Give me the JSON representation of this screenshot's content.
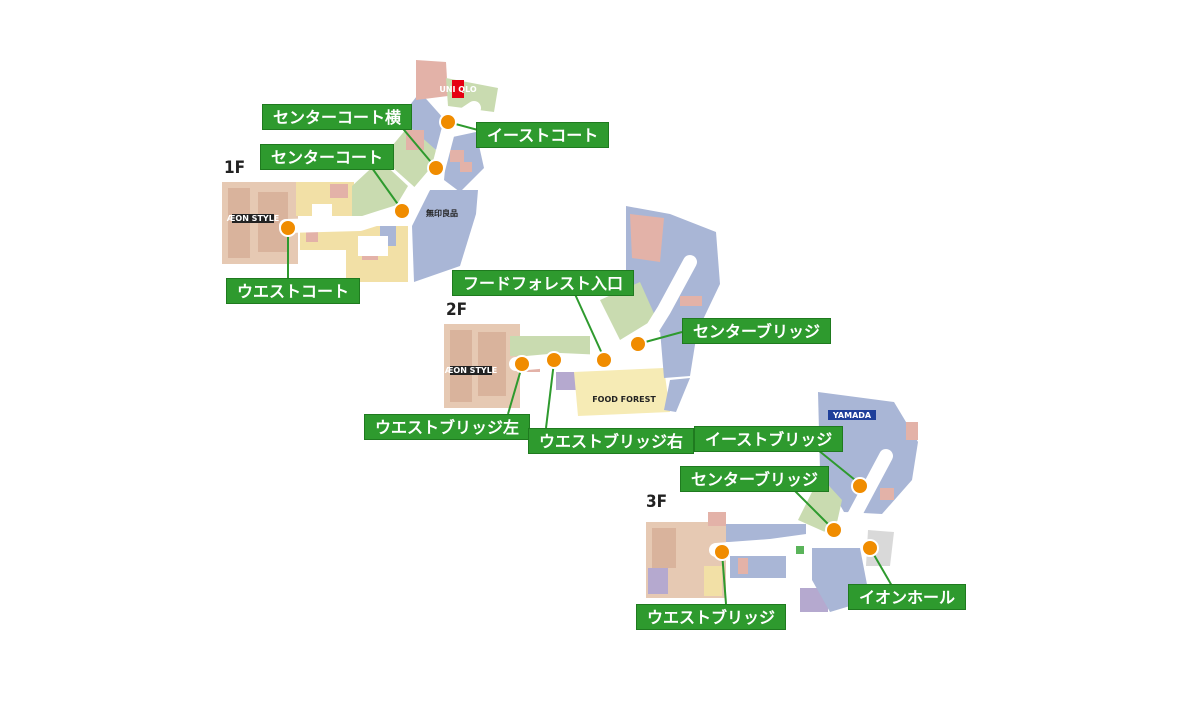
{
  "colors": {
    "accent_green": "#2e9a2e",
    "marker_orange": "#f08c00",
    "corridor": "#ffffff",
    "store_blue": "#a9b6d6",
    "store_pink": "#e3b2a8",
    "store_yellow": "#f2e0a6",
    "store_green": "#c9dbb0",
    "store_purple": "#b5a9cf",
    "store_tan": "#e6c9b3"
  },
  "floors": [
    {
      "id": "1F",
      "label": "1F"
    },
    {
      "id": "2F",
      "label": "2F"
    },
    {
      "id": "3F",
      "label": "3F"
    }
  ],
  "stores": {
    "aeon_style": "ÆON STYLE",
    "muji": "無印良品",
    "uniqlo": "UNI QLO",
    "food_forest": "FOOD FOREST",
    "yamada": "YAMADA"
  },
  "spots": {
    "east_court": "イーストコート",
    "center_court_side": "センターコート横",
    "center_court": "センターコート",
    "west_court": "ウエストコート",
    "food_forest_entrance": "フードフォレスト入口",
    "center_bridge_2f": "センターブリッジ",
    "west_bridge_left": "ウエストブリッジ左",
    "west_bridge_right": "ウエストブリッジ右",
    "east_bridge": "イーストブリッジ",
    "center_bridge_3f": "センターブリッジ",
    "aeon_hall": "イオンホール",
    "west_bridge_3f": "ウエストブリッジ"
  }
}
